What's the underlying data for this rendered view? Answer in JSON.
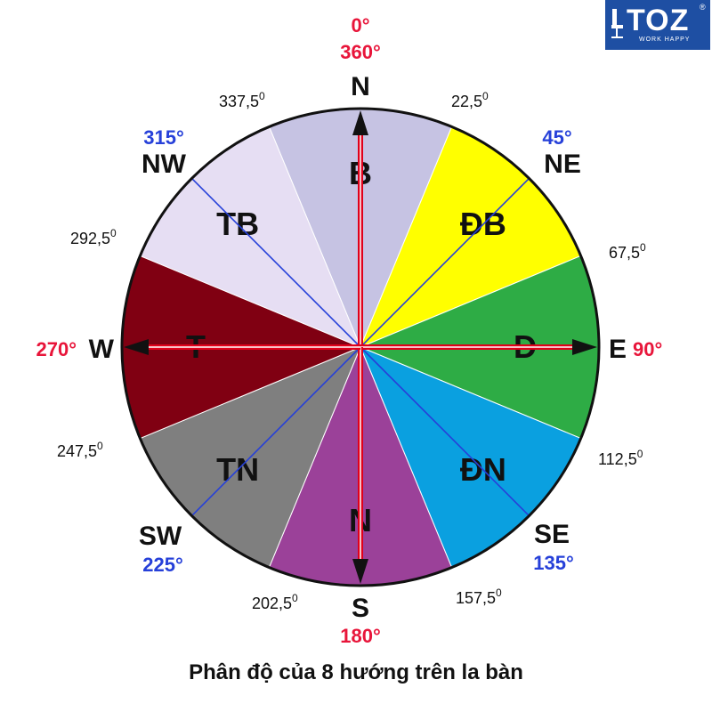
{
  "logo": {
    "brand": "TOZ",
    "registered": "®",
    "tagline": "WORK HAPPY"
  },
  "caption": "Phân độ của 8 hướng trên la bàn",
  "colors": {
    "north": "#c6c3e3",
    "northeast": "#ffff00",
    "east": "#2eac45",
    "southeast": "#0aa0e0",
    "south": "#9b4199",
    "southwest": "#7f7f7f",
    "west": "#800012",
    "northwest": "#e6def3",
    "degree_red": "#e8153a",
    "degree_blue": "#2640d9",
    "arrow_red": "#e0001a"
  },
  "sectors": [
    {
      "key": "north",
      "label": "B",
      "start": 337.5,
      "end": 22.5
    },
    {
      "key": "northeast",
      "label": "ĐB",
      "start": 22.5,
      "end": 67.5
    },
    {
      "key": "east",
      "label": "Đ",
      "start": 67.5,
      "end": 112.5
    },
    {
      "key": "southeast",
      "label": "ĐN",
      "start": 112.5,
      "end": 157.5
    },
    {
      "key": "south",
      "label": "N",
      "start": 157.5,
      "end": 202.5
    },
    {
      "key": "southwest",
      "label": "TN",
      "start": 202.5,
      "end": 247.5
    },
    {
      "key": "west",
      "label": "T",
      "start": 247.5,
      "end": 292.5
    },
    {
      "key": "northwest",
      "label": "TB",
      "start": 292.5,
      "end": 337.5
    }
  ],
  "cardinals": [
    {
      "letter": "N",
      "angle": 0,
      "degrees": [
        "0°",
        "360°"
      ],
      "color": "red"
    },
    {
      "letter": "E",
      "angle": 90,
      "degrees": [
        "90°"
      ],
      "color": "red"
    },
    {
      "letter": "S",
      "angle": 180,
      "degrees": [
        "180°"
      ],
      "color": "red"
    },
    {
      "letter": "W",
      "angle": 270,
      "degrees": [
        "270°"
      ],
      "color": "red"
    }
  ],
  "intercardinals": [
    {
      "letter": "NE",
      "angle": 45,
      "degrees": "45°",
      "color": "blue"
    },
    {
      "letter": "SE",
      "angle": 135,
      "degrees": "135°",
      "color": "blue"
    },
    {
      "letter": "SW",
      "angle": 225,
      "degrees": "225°",
      "color": "blue"
    },
    {
      "letter": "NW",
      "angle": 315,
      "degrees": "315°",
      "color": "blue"
    }
  ],
  "boundary_labels": [
    {
      "angle": 22.5,
      "value": "22,5",
      "sup": "0"
    },
    {
      "angle": 67.5,
      "value": "67,5",
      "sup": "0"
    },
    {
      "angle": 112.5,
      "value": "112,5",
      "sup": "0"
    },
    {
      "angle": 157.5,
      "value": "157,5",
      "sup": "0"
    },
    {
      "angle": 202.5,
      "value": "202,5",
      "sup": "0"
    },
    {
      "angle": 247.5,
      "value": "247,5",
      "sup": "0"
    },
    {
      "angle": 292.5,
      "value": "292,5",
      "sup": "0"
    },
    {
      "angle": 337.5,
      "value": "337,5",
      "sup": "0"
    }
  ]
}
